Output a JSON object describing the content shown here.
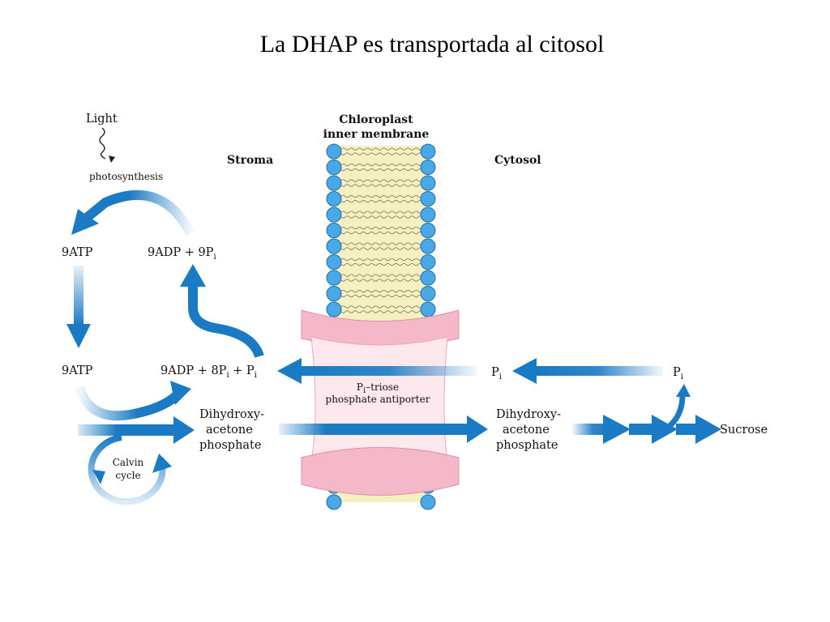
{
  "slide": {
    "title": "La DHAP es transportada al citosol"
  },
  "diagram": {
    "membrane_title_line1": "Chloroplast",
    "membrane_title_line2": "inner membrane",
    "stroma_label": "Stroma",
    "cytosol_label": "Cytosol",
    "light_label": "Light",
    "photosynthesis_label": "photosynthesis",
    "atp_top_label": "9ATP",
    "adp_top_label": "9ADP + 9P",
    "adp_top_sub": "i",
    "atp_bottom_label": "9ATP",
    "adp_bottom_main": "9ADP + 8P",
    "adp_bottom_sub": "i",
    "adp_bottom_tail": " + P",
    "adp_bottom_tail_sub": "i",
    "pi_middle_main": "P",
    "pi_middle_sub": "i",
    "pi_right_main": "P",
    "pi_right_sub": "i",
    "dhap_left_line1": "Dihydroxy-",
    "dhap_left_line2": "acetone",
    "dhap_left_line3": "phosphate",
    "dhap_right_line1": "Dihydroxy-",
    "dhap_right_line2": "acetone",
    "dhap_right_line3": "phosphate",
    "antiporter_line1_main": "P",
    "antiporter_line1_sub": "i",
    "antiporter_line1_tail": "–triose",
    "antiporter_line2": "phosphate antiporter",
    "calvin_line1": "Calvin",
    "calvin_line2": "cycle",
    "sucrose_label": "Sucrose"
  },
  "colors": {
    "arrow_blue": "#1a7ac4",
    "lipid_head": "#4aa8e6",
    "lipid_tail": "#f5f0c0",
    "antiporter_pink": "#f5b8c8",
    "antiporter_fill": "#fde8ee"
  }
}
